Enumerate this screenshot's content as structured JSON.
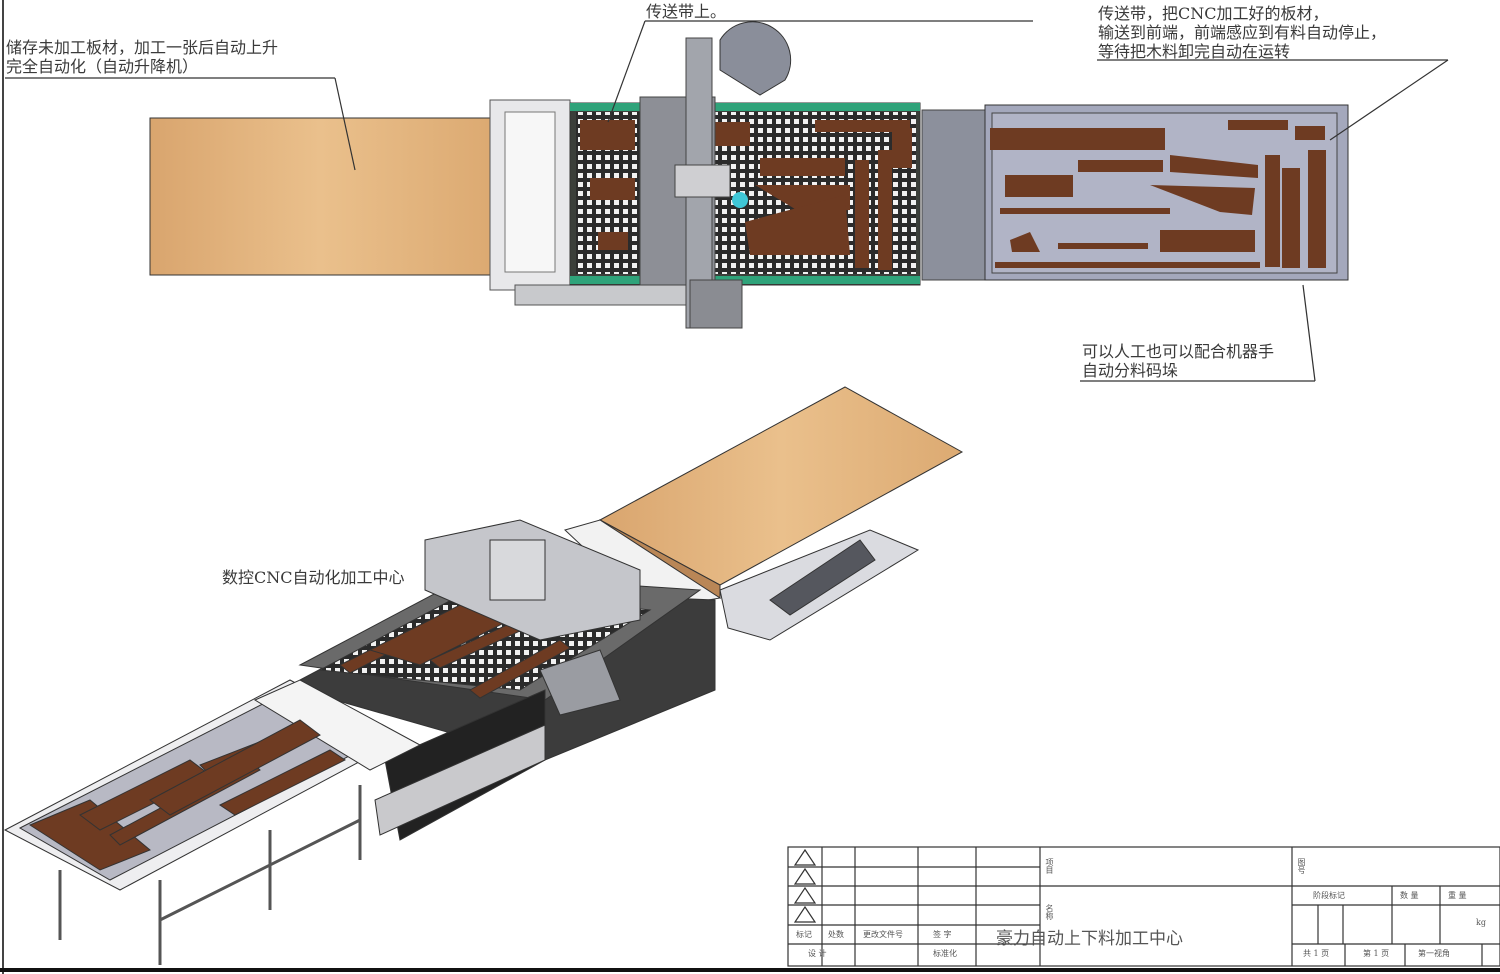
{
  "annotations": {
    "storage_note": [
      "储存未加工板材，加工一张后自动上升",
      "完全自动化（自动升降机）"
    ],
    "belt_note_top": [
      "传送带上。"
    ],
    "conveyor_note": [
      "传送带，把CNC加工好的板材，",
      "输送到前端，前端感应到有料自动停止，",
      "等待把木料卸完自动在运转"
    ],
    "unload_note": [
      "可以人工也可以配合机器手",
      "自动分料码垛"
    ],
    "cnc_label": "数控CNC自动化加工中心"
  },
  "title_block": {
    "marks": "标记",
    "count": "处数",
    "change_doc": "更改文件号",
    "signature": "签 字",
    "design": "设 计",
    "standardize": "标准化",
    "project": "项目",
    "name": "名称",
    "drawing_no": "图号",
    "stage_mark": "阶段标记",
    "quantity": "数 量",
    "weight": "重 量",
    "unit": "kg",
    "title": "豪力自动上下料加工中心",
    "total_pages": "共 1 页",
    "page": "第 1 页",
    "projection": "第一视角"
  },
  "colors": {
    "wood": "#e2b27c",
    "parts": "#6e3b22",
    "table": "#2e2e2e",
    "steel": "#8c909c",
    "conveyor": "#a4a8bc"
  }
}
